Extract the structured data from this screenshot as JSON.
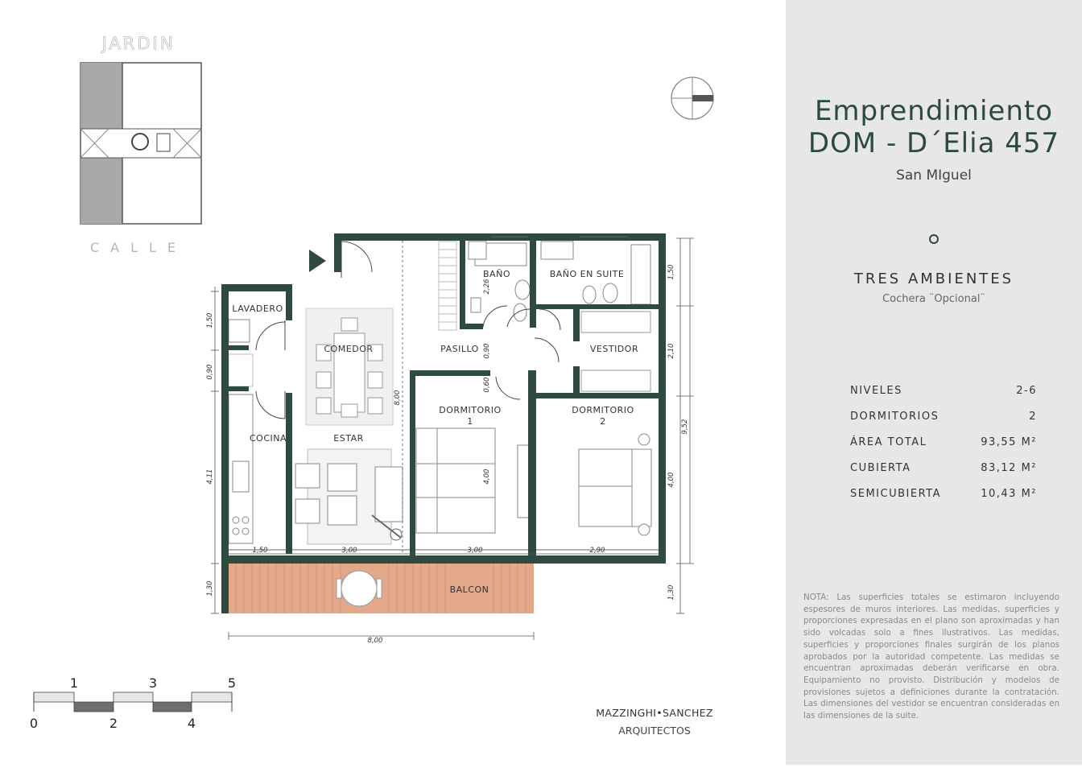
{
  "header": {
    "title_line1": "Emprendimiento",
    "title_line2": "DOM - D´Elia 457",
    "location": "San MIguel"
  },
  "unit": {
    "type": "TRES AMBIENTES",
    "subtitle": "Cochera ¨Opcional¨"
  },
  "specs": [
    {
      "label": "NIVELES",
      "value": "2-6"
    },
    {
      "label": "DORMITORIOS",
      "value": "2"
    },
    {
      "label": "ÁREA TOTAL",
      "value": "93,55 M²"
    },
    {
      "label": "CUBIERTA",
      "value": "83,12 M²"
    },
    {
      "label": "SEMICUBIERTA",
      "value": "10,43 M²"
    }
  ],
  "note": "NOTA: Las superficies totales se estimaron incluyendo espesores de muros interiores. Las medidas, superficies y proporciones expresadas en el plano son aproximadas y han sido volcadas solo a fines ilustrativos. Las medidas, superficies y proporciones finales surgirán de los planos aprobados por la autoridad competente. Las medidas se encuentran aproximadas deberán verificarse en obra. Equipamiento no provisto. Distribución y modelos de provisiones sujetos a definiciones durante la contratación. Las dimensiones del vestidor se encuentran consideradas en las dimensiones de la suite.",
  "keyplan": {
    "top_label": "JARDIN",
    "bottom_label": "CALLE"
  },
  "rooms": {
    "lavadero": "LAVADERO",
    "comedor": "COMEDOR",
    "pasillo": "PASILLO",
    "bano": "BAÑO",
    "bano_suite": "BAÑO EN SUITE",
    "vestidor": "VESTIDOR",
    "dormitorio1": "DORMITORIO",
    "dormitorio1_num": "1",
    "dormitorio2": "DORMITORIO",
    "dormitorio2_num": "2",
    "cocina": "COCINA",
    "estar": "ESTAR",
    "balcon": "BALCON"
  },
  "dimensions": {
    "left_150": "1,50",
    "left_090": "0,90",
    "left_411": "4,11",
    "left_130": "1,30",
    "bottom_150": "1,50",
    "bottom_300a": "3,00",
    "bottom_300b": "3,00",
    "bottom_290": "2,90",
    "overall_800": "8,00",
    "inner_800": "8,00",
    "bath_226": "2,26",
    "bath_090": "0,90",
    "dorm_060": "0,60",
    "dorm_400": "4,00",
    "right_150": "1,50",
    "right_210": "2,10",
    "right_400": "4,00",
    "right_952": "9,52",
    "right_130": "1,30"
  },
  "scale": {
    "top_ticks": [
      "1",
      "3",
      "5"
    ],
    "bottom_ticks": [
      "0",
      "2",
      "4"
    ]
  },
  "architects": {
    "line1": "MAZZINGHI•SANCHEZ",
    "line2": "ARQUITECTOS"
  },
  "colors": {
    "wall": "#2f4a41",
    "balcony_wood": "#e3a88a",
    "panel": "#e7e7e6",
    "title": "#2d4a40"
  }
}
